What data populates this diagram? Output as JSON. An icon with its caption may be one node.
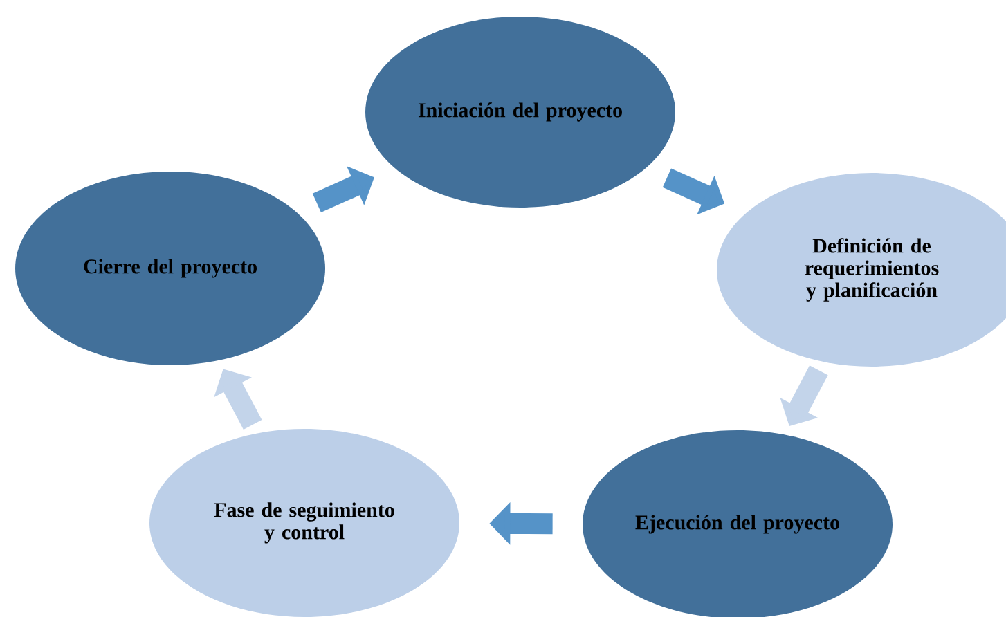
{
  "diagram": {
    "nodes": [
      {
        "text": [
          "Iniciación del proyecto"
        ]
      },
      {
        "text": [
          "Definición de requerimientos y planificación"
        ]
      },
      {
        "text": [
          "Ejecución del proyecto"
        ]
      },
      {
        "text": [
          "Fase de seguimiento y control"
        ]
      },
      {
        "text": [
          "Cierre del proyecto"
        ]
      }
    ],
    "edges": [
      {
        "from": 0,
        "to": 1,
        "arrow": "to",
        "color": "#5593c8"
      },
      {
        "from": 1,
        "to": 2,
        "arrow": "to",
        "color": "#c3d4ea"
      },
      {
        "from": 2,
        "to": 3,
        "arrow": "to",
        "color": "#5593c8"
      },
      {
        "from": 3,
        "to": 4,
        "arrow": "to",
        "color": "#c3d4ea"
      },
      {
        "from": 4,
        "to": 0,
        "arrow": "to",
        "color": "#5593c8"
      }
    ]
  }
}
